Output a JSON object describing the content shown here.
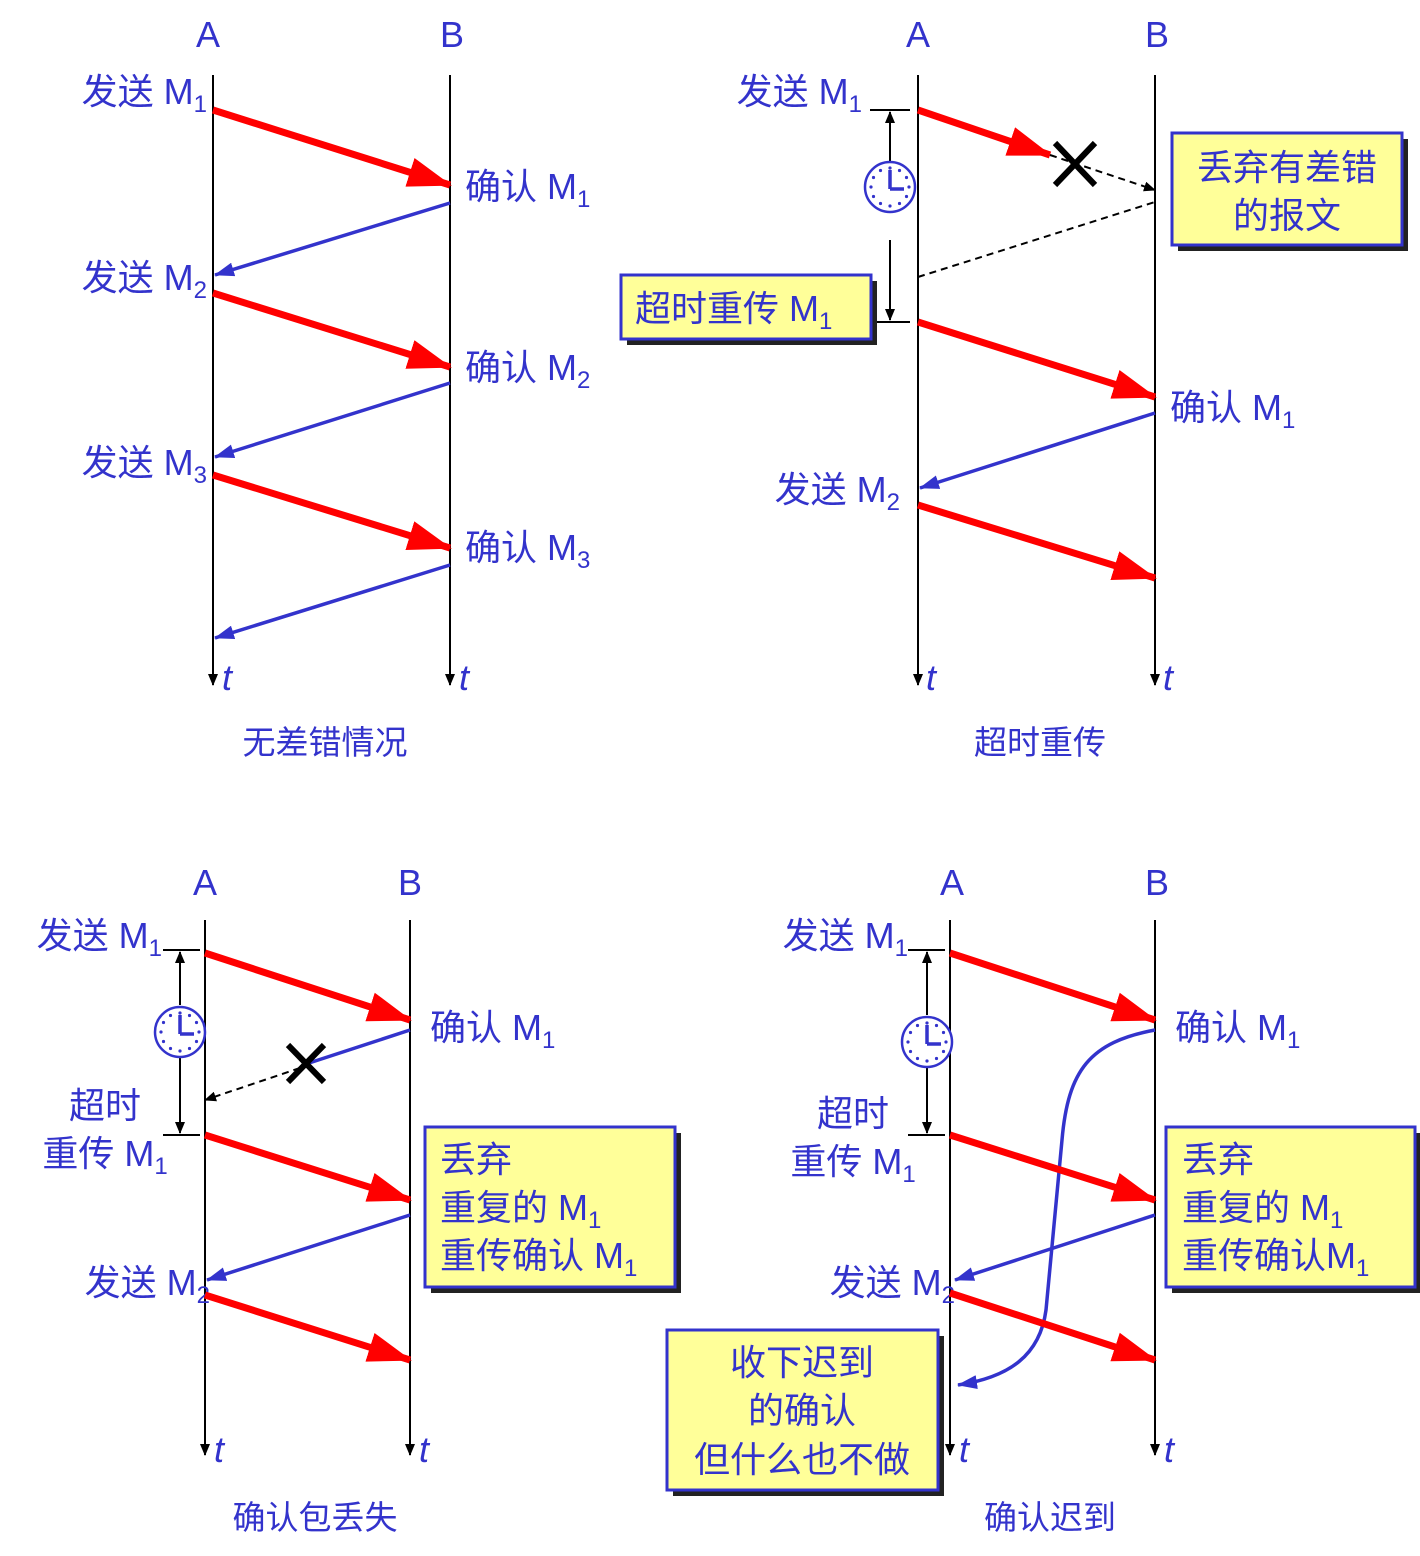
{
  "colors": {
    "text": "#3333cc",
    "data_arrow": "#ff0000",
    "ack_arrow": "#3333cc",
    "box_fill": "#ffff99"
  },
  "common": {
    "A": "A",
    "B": "B",
    "t": "t"
  },
  "panel1": {
    "caption": "无差错情况",
    "send1": "发送 M",
    "send1_sub": "1",
    "ack1": "确认 M",
    "ack1_sub": "1",
    "send2": "发送 M",
    "send2_sub": "2",
    "ack2": "确认 M",
    "ack2_sub": "2",
    "send3": "发送 M",
    "send3_sub": "3",
    "ack3": "确认 M",
    "ack3_sub": "3"
  },
  "panel2": {
    "caption": "超时重传",
    "send1": "发送 M",
    "send1_sub": "1",
    "box_discard": [
      "丢弃有差错",
      "的报文"
    ],
    "box_retx": "超时重传 M",
    "box_retx_sub": "1",
    "ack1": "确认 M",
    "ack1_sub": "1",
    "send2": "发送 M",
    "send2_sub": "2"
  },
  "panel3": {
    "caption": "确认包丢失",
    "send1": "发送 M",
    "send1_sub": "1",
    "ack1": "确认 M",
    "ack1_sub": "1",
    "timeout": "超时",
    "retx": "重传 M",
    "retx_sub": "1",
    "box_line1": "丢弃",
    "box_line2": "重复的 M",
    "box_line2_sub": "1",
    "box_line3": "重传确认 M",
    "box_line3_sub": "1",
    "send2": "发送 M",
    "send2_sub": "2"
  },
  "panel4": {
    "caption": "确认迟到",
    "send1": "发送 M",
    "send1_sub": "1",
    "ack1": "确认 M",
    "ack1_sub": "1",
    "timeout": "超时",
    "retx": "重传 M",
    "retx_sub": "1",
    "box_line1": "丢弃",
    "box_line2": "重复的 M",
    "box_line2_sub": "1",
    "box_line3": "重传确认M",
    "box_line3_sub": "1",
    "send2": "发送 M",
    "send2_sub": "2",
    "late_box": [
      "收下迟到",
      "的确认",
      "但什么也不做"
    ]
  }
}
